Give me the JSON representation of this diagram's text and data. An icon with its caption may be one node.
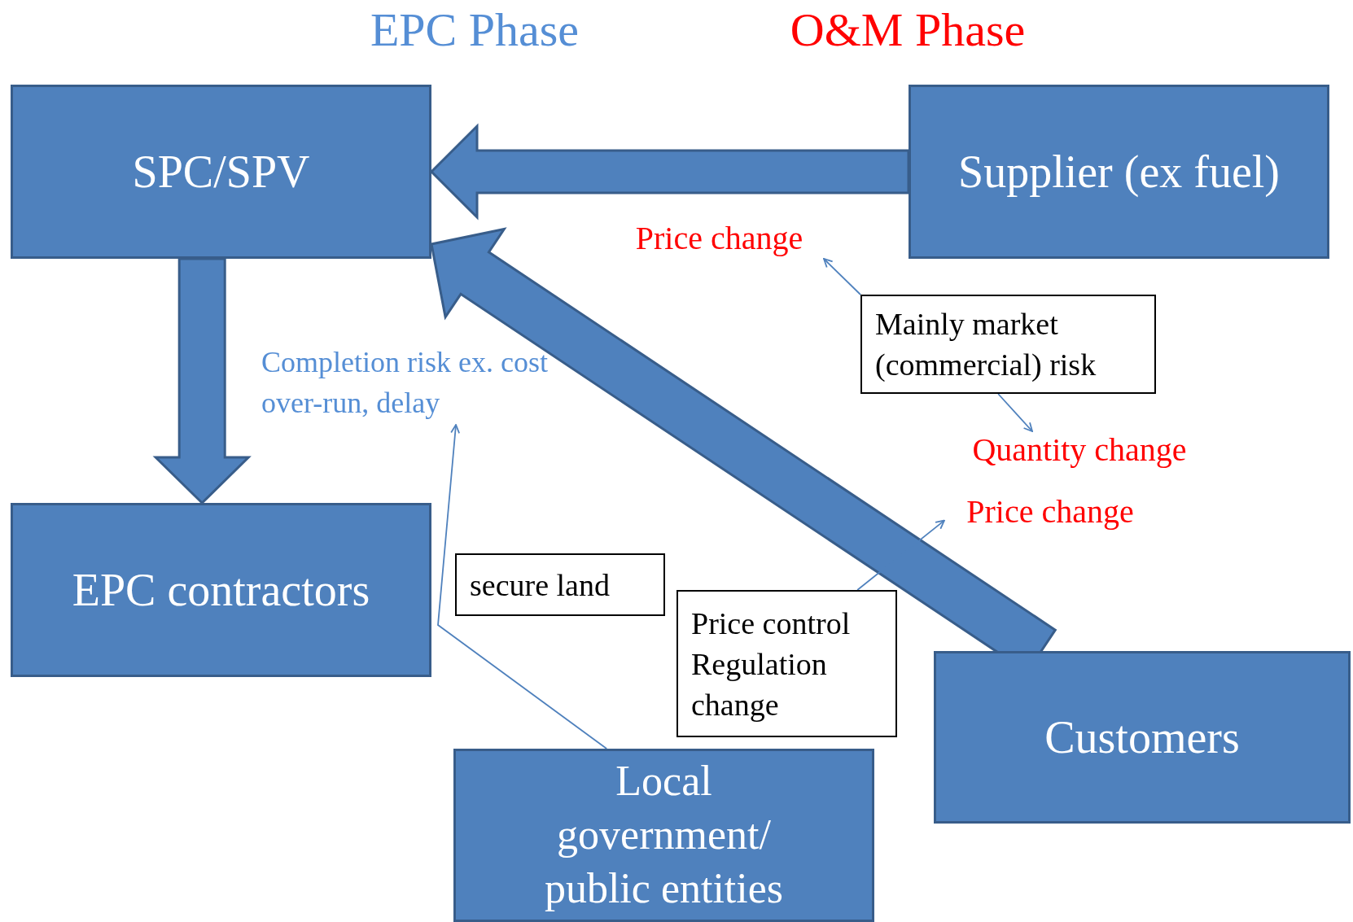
{
  "diagram": {
    "nodes": [
      {
        "text": [
          "SPC/SPV"
        ]
      },
      {
        "text": [
          "Supplier (ex fuel)"
        ]
      },
      {
        "text": [
          "EPC contractors"
        ]
      },
      {
        "text": [
          "Customers"
        ]
      },
      {
        "text": [
          "Local government/ public entities"
        ]
      },
      {
        "text": [
          "Completion risk ex. cost over-run, delay"
        ]
      },
      {
        "text": [
          "secure land"
        ]
      },
      {
        "text": [
          "Price control Regulation change"
        ]
      },
      {
        "text": [
          "Mainly market (commercial) risk"
        ]
      },
      {
        "text": [
          "Price change"
        ]
      },
      {
        "text": [
          "Quantity change"
        ]
      },
      {
        "text": [
          "Price change"
        ]
      }
    ],
    "edges": [
      {
        "from": 1,
        "to": 0,
        "arrow": "to",
        "style": "thick"
      },
      {
        "from": 3,
        "to": 0,
        "arrow": "to",
        "style": "thick"
      },
      {
        "from": 0,
        "to": 2,
        "arrow": "to",
        "style": "thick"
      },
      {
        "from": 4,
        "to": 5,
        "arrow": "to"
      },
      {
        "from": 7,
        "to": 11,
        "arrow": "to"
      },
      {
        "from": 8,
        "to": 9,
        "arrow": "to"
      },
      {
        "from": 8,
        "to": 10,
        "arrow": "to"
      }
    ],
    "labels": [
      "EPC Phase",
      "O&M Phase"
    ]
  }
}
